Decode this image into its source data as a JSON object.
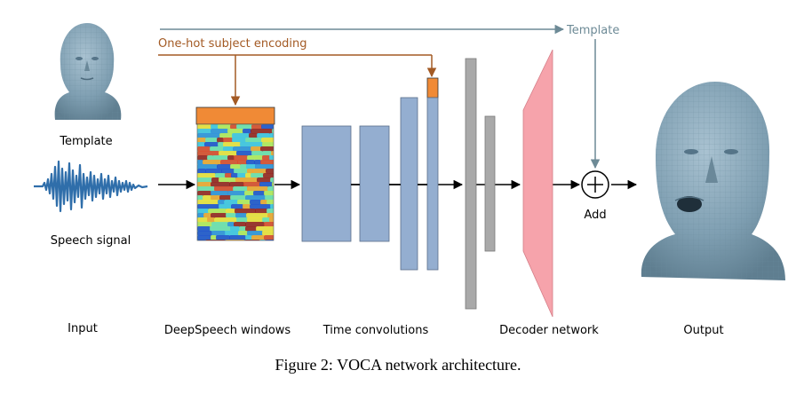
{
  "labels": {
    "template_top": "Template",
    "template_right": "Template",
    "one_hot": "One-hot subject encoding",
    "speech_signal": "Speech signal",
    "add": "Add"
  },
  "stages": {
    "input": "Input",
    "deepspeech": "DeepSpeech windows",
    "time_conv": "Time convolutions",
    "decoder": "Decoder network",
    "output": "Output"
  },
  "caption": "Figure 2: VOCA network architecture.",
  "colors": {
    "template_line": "#6d8a96",
    "onehot_line": "#a35a24",
    "onehot_box": "#f08a36",
    "conv_blue": "#94aed0",
    "fc_gray": "#a9a9a9",
    "decoder_pink": "#f6a3ab",
    "mesh": "#7f9fb2",
    "waveform": "#2f6eaa"
  }
}
